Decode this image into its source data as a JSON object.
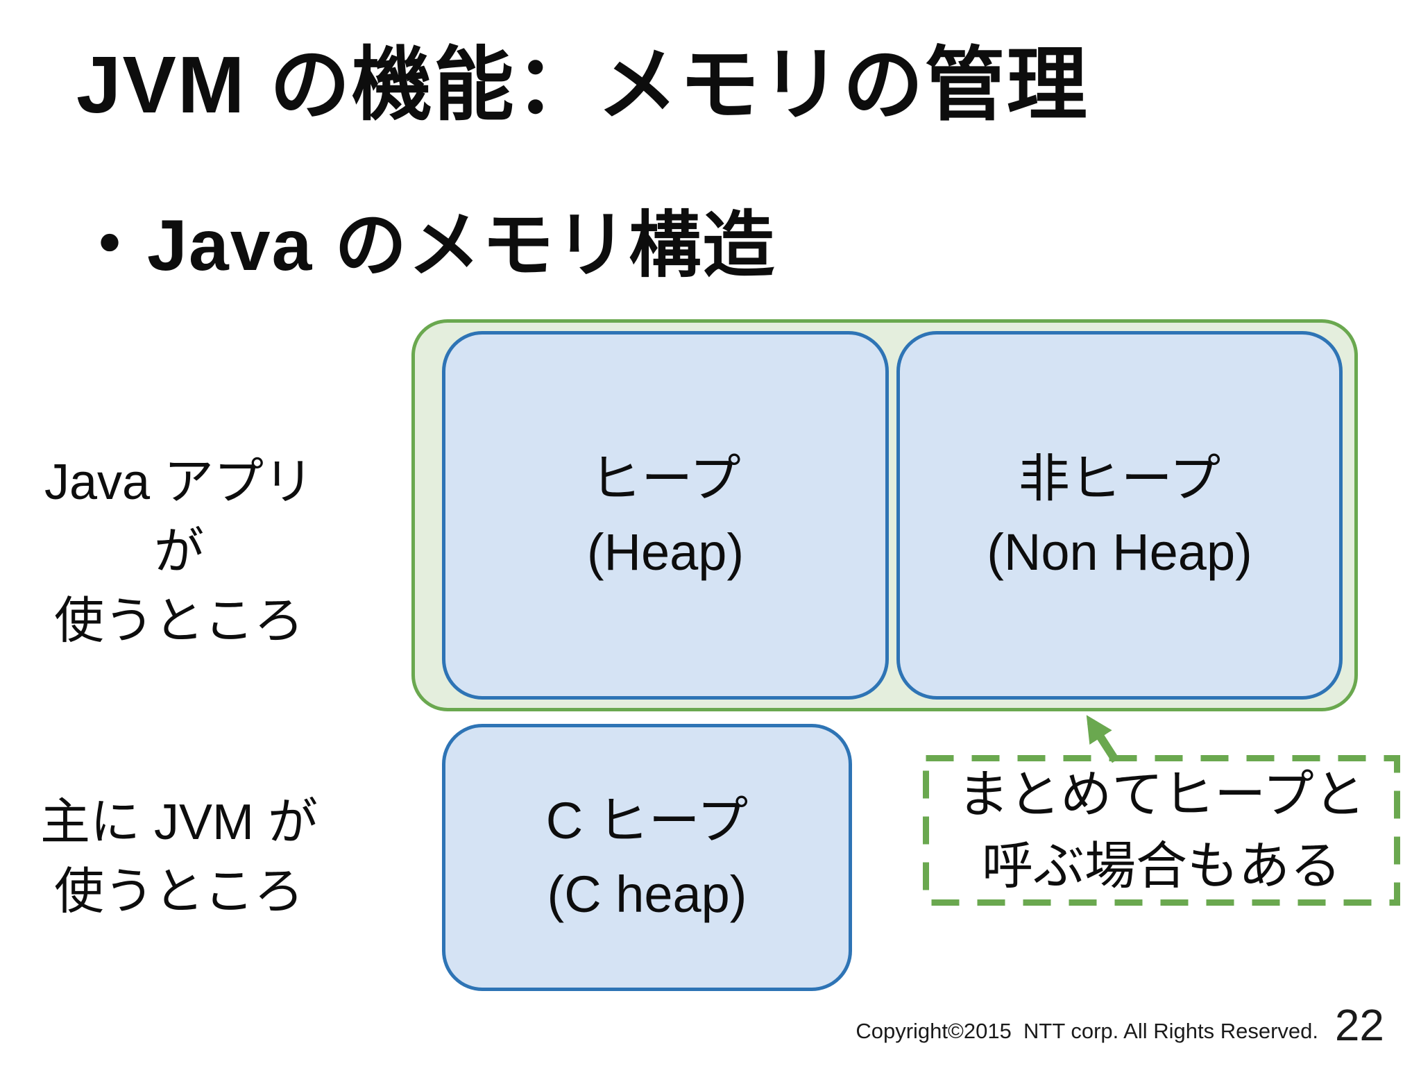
{
  "slide": {
    "title": "JVM の機能：メモリの管理",
    "heading_marker": "・",
    "heading": "Java のメモリ構造",
    "footer": {
      "copyright": "Copyright©2015  NTT corp. All Rights Reserved.",
      "page_number": "22"
    }
  },
  "diagram": {
    "row_labels": [
      {
        "line1": "Java アプリが",
        "line2": "使うところ"
      },
      {
        "line1": "主に JVM が",
        "line2": "使うところ"
      }
    ],
    "boxes": [
      {
        "id": "heap",
        "title": "ヒープ",
        "subtitle": "(Heap)"
      },
      {
        "id": "non-heap",
        "title": "非ヒープ",
        "subtitle": "(Non Heap)"
      },
      {
        "id": "c-heap",
        "title": "C ヒープ",
        "subtitle": "(C heap)"
      }
    ],
    "callout": {
      "line1": "まとめてヒープと",
      "line2": "呼ぶ場合もある"
    },
    "colors": {
      "green_border": "#6aa84f",
      "green_fill": "#e4eedd",
      "blue_border": "#2e74b5",
      "blue_fill": "#d5e3f4",
      "text": "#0d0d0d"
    }
  }
}
